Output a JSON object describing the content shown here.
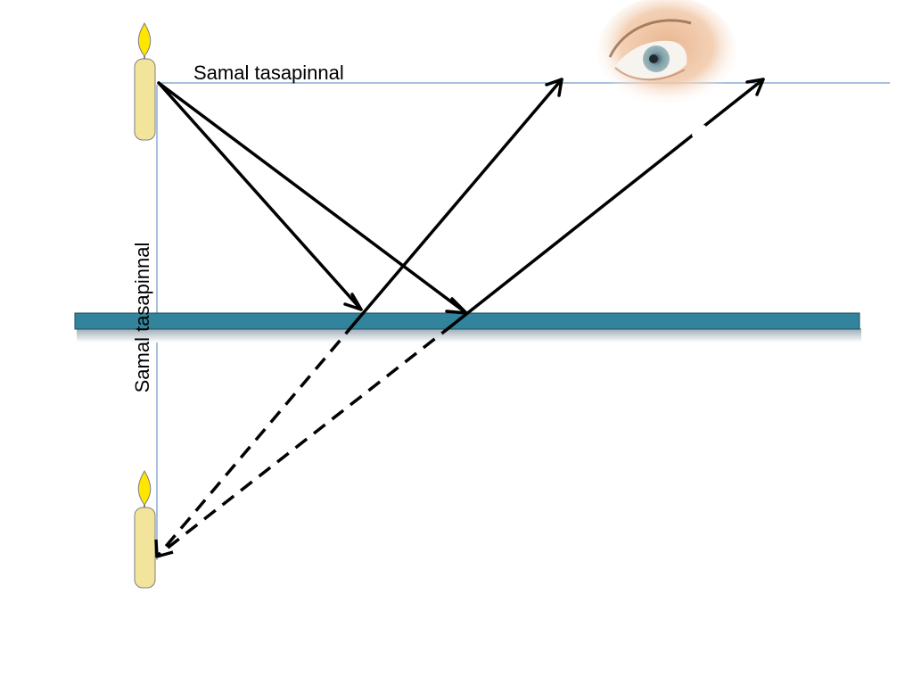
{
  "labels": {
    "horizontal": "Samal tasapinnal",
    "vertical": "Samal tasapinnal"
  },
  "objects": {
    "real_candle": "candle",
    "virtual_candle": "candle image",
    "mirror": "mirror",
    "eye": "eye-icon"
  },
  "colors": {
    "guide_line": "#4f81bd",
    "mirror_fill": "#31849b",
    "mirror_edge": "#1f4e5f",
    "candle_body": "#f2e59b",
    "candle_outline": "#7f7f7f",
    "flame": "#ffe600",
    "ray": "#000000"
  }
}
